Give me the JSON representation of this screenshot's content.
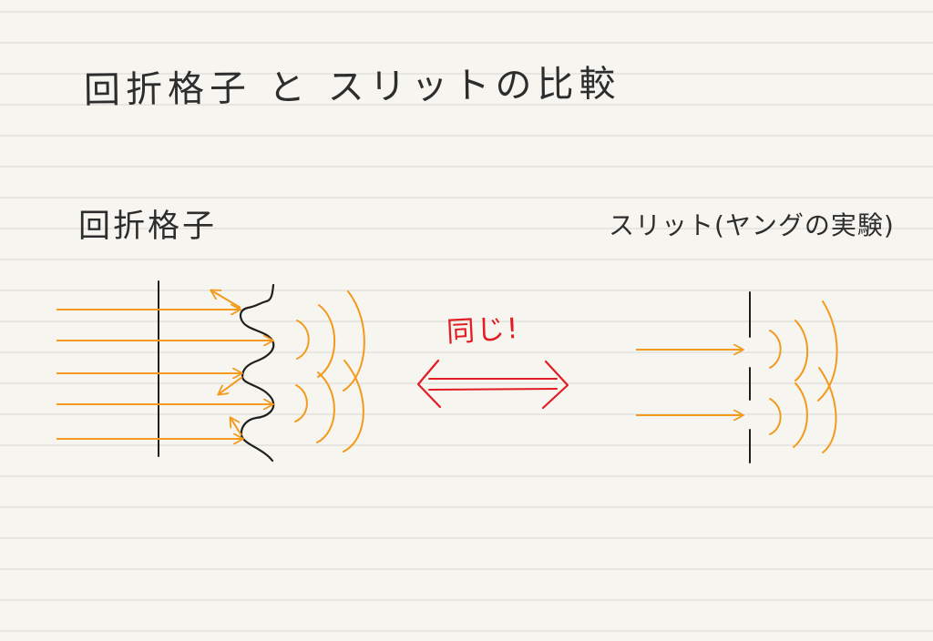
{
  "title": "回折格子 と スリットの比較",
  "left_section": {
    "label": "回折格子"
  },
  "right_section": {
    "label": "スリット(ヤングの実験)"
  },
  "comparison": {
    "label": "同じ!"
  },
  "colors": {
    "paper": "#f6f5ef",
    "ruled_line": "#d8d8d3",
    "ink": "#2d2d2d",
    "light_ray": "#f39a1d",
    "emphasis_red": "#e31b23"
  },
  "icons": {
    "grating_surface": "sawtooth-grating-icon",
    "double_arrow": "double-arrow-icon"
  }
}
